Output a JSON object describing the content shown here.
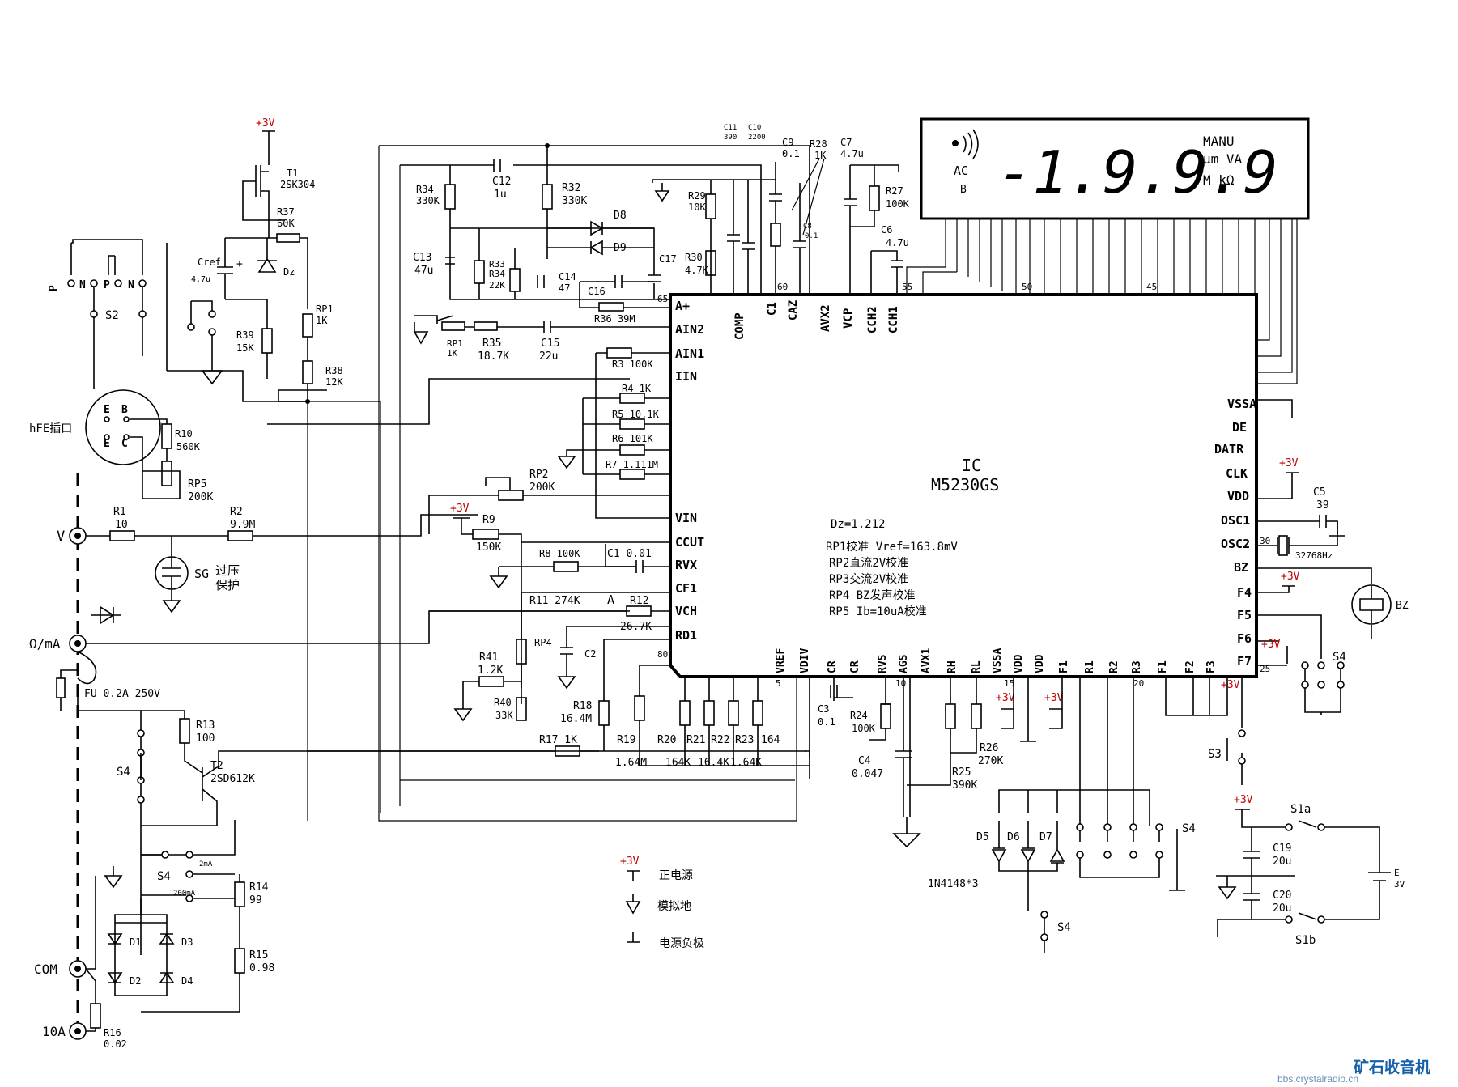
{
  "lcd": {
    "digits": "-1.9.9.9",
    "ac": "AC",
    "b": "B",
    "manu": "MANU",
    "units1": "µm VA",
    "units2": "M kΩ"
  },
  "ic": {
    "name": "IC",
    "part": "M5230GS",
    "pins_left": [
      "A+",
      "AIN2",
      "AIN1",
      "IIN",
      "VIN",
      "CCUT",
      "RVX",
      "CF1",
      "VCH",
      "RD1"
    ],
    "pins_top": [
      "COMP",
      "C1",
      "CAZ",
      "AVX2",
      "VCP",
      "CCH2",
      "CCH1"
    ],
    "pins_right": [
      "VSSA",
      "DE",
      "DATR",
      "CLK",
      "VDD",
      "OSC1",
      "OSC2",
      "BZ",
      "F4",
      "F5",
      "F6",
      "F7"
    ],
    "pins_bottom": [
      "VREF",
      "VDIV",
      "CR",
      "CR",
      "RVS",
      "AGS",
      "AVX1",
      "RH",
      "RL",
      "VSSA",
      "VDD",
      "VDD",
      "F1",
      "R1",
      "R2",
      "R3",
      "F1",
      "F2",
      "F3"
    ],
    "pin_numbers": [
      "65",
      "60",
      "55",
      "50",
      "45",
      "80",
      "5",
      "10",
      "15",
      "20",
      "25",
      "30"
    ]
  },
  "notes": [
    "Dz=1.212",
    "RP1校准 Vref=163.8mV",
    "RP2直流2V校准",
    "RP3交流2V校准",
    "RP4 BZ发声校准",
    "RP5 Ib=10uA校准"
  ],
  "legend": {
    "vplus": "+3V",
    "vplus_desc": "正电源",
    "agnd_desc": "模拟地",
    "neg_desc": "电源负极"
  },
  "terminals": {
    "v": "V",
    "ohm_ma": "Ω/mA",
    "com": "COM",
    "ten_a": "10A",
    "hfe": "hFE插口",
    "sg": "SG",
    "sg_desc1": "过压",
    "sg_desc2": "保护"
  },
  "labels": {
    "t1": "T1",
    "t1v": "2SK304",
    "r37": "R37",
    "r37v": "60K",
    "cref": "Cref",
    "crefv": "4.7u",
    "dz": "Dz",
    "r39": "R39",
    "r39v": "15K",
    "rp1a": "RP1",
    "rp1av": "1K",
    "r38": "R38",
    "r38v": "12K",
    "s2": "S2",
    "r10": "R10",
    "r10v": "560K",
    "rp5": "RP5",
    "rp5v": "200K",
    "r1": "R1",
    "r1v": "10",
    "r2": "R2",
    "r2v": "9.9M",
    "fu": "FU 0.2A 250V",
    "r13": "R13",
    "r13v": "100",
    "t2": "T2",
    "t2v": "2SD612K",
    "s4": "S4",
    "ma2": "2mA",
    "ma200": "200mA",
    "r14": "R14",
    "r14v": "99",
    "r15": "R15",
    "r15v": "0.98",
    "r16": "R16",
    "r16v": "0.02",
    "d1": "D1",
    "d2": "D2",
    "d3": "D3",
    "d4": "D4",
    "c11": "C11",
    "c11v": "390",
    "c10": "C10",
    "c10v": "2200",
    "c9": "C9",
    "c9v": "0.1",
    "r28": "R28",
    "r28v": "1K",
    "c7": "C7",
    "c7v": "4.7u",
    "r34": "R34",
    "r34v": "330K",
    "c12": "C12",
    "c12v": "1u",
    "r32": "R32",
    "r32v": "330K",
    "r29": "R29",
    "r29v": "10K",
    "r27": "R27",
    "r27v": "100K",
    "d8": "D8",
    "d9": "D9",
    "c13": "C13",
    "c13v": "47u",
    "r33": "R33",
    "r34b": "R34",
    "r33v": "22K",
    "c14": "C14",
    "c14v": "47",
    "c17": "C17",
    "r30": "R30",
    "r30v": "4.7K",
    "c8": "C8",
    "c8v": "0.1",
    "c6": "C6",
    "c6v": "4.7u",
    "c16": "C16",
    "r36": "R36 39M",
    "rp1": "RP1",
    "rp1v": "1K",
    "r35": "R35",
    "r35v": "18.7K",
    "c15": "C15",
    "c15v": "22u",
    "r3": "R3 100K",
    "r4": "R4 1K",
    "r5": "R5 10.1K",
    "r6": "R6 101K",
    "r7": "R7 1.111M",
    "rp2": "RP2",
    "rp2v": "200K",
    "r9": "R9",
    "r9v": "150K",
    "r8": "R8 100K",
    "c1": "C1 0.01",
    "r11": "R11 274K",
    "a": "A",
    "r12": "R12",
    "r12v": "26.7K",
    "rp4": "RP4",
    "r41": "R41",
    "r41v": "1.2K",
    "c2": "C2",
    "r40": "R40",
    "r40v": "33K",
    "r18": "R18",
    "r18v": "16.4M",
    "r17": "R17 1K",
    "r19": "R19",
    "r20": "R20",
    "r21": "R21",
    "r22": "R22",
    "r23": "R23",
    "v164": "164",
    "v164m": "1.64M",
    "v164k": "164K",
    "v164k2": "16.4K",
    "v164k3": "1.64K",
    "c3": "C3",
    "c3v": "0.1",
    "r24": "R24",
    "r24v": "100K",
    "c4": "C4",
    "c4v": "0.047",
    "r25": "R25",
    "r25v": "390K",
    "r26": "R26",
    "r26v": "270K",
    "d5": "D5",
    "d6": "D6",
    "d7": "D7",
    "d_part": "1N4148*3",
    "s3": "S3",
    "c5": "C5",
    "c5v": "39",
    "xtal": "32768Hz",
    "bz": "BZ",
    "s1a": "S1a",
    "s1b": "S1b",
    "c19": "C19",
    "c19v": "20u",
    "c20": "C20",
    "c20v": "20u",
    "bat": "E",
    "batv": "3V"
  },
  "watermark": {
    "text": "矿石收音机",
    "url": "bbs.crystalradio.cn"
  }
}
